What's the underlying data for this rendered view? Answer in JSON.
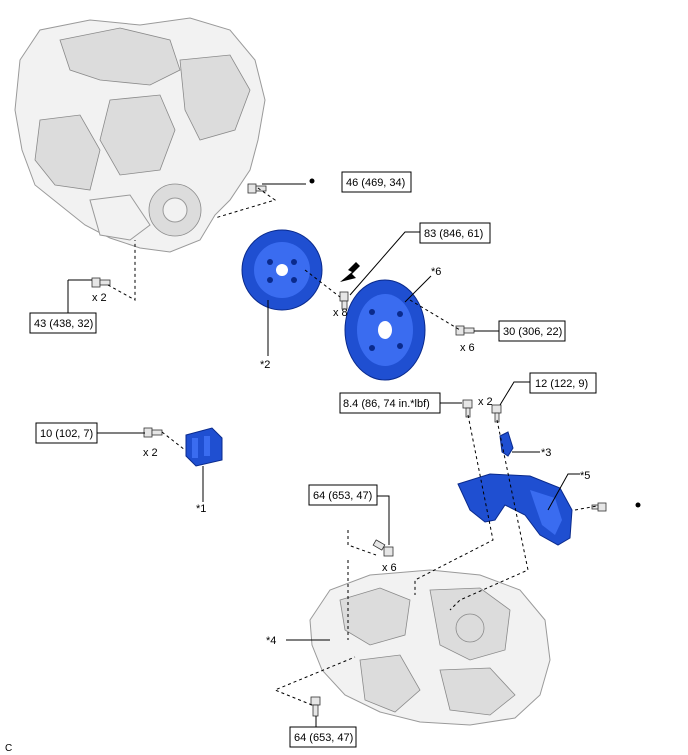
{
  "figure_code": "C",
  "torque_labels": {
    "t46": "46 (469, 34)",
    "t83": "83 (846, 61)",
    "t43": "43 (438, 32)",
    "t30": "30 (306, 22)",
    "t84": "8.4 (86, 74 in.*lbf)",
    "t12": "12 (122, 9)",
    "t10": "10 (102, 7)",
    "t64a": "64 (653, 47)",
    "t64b": "64 (653, 47)"
  },
  "quantities": {
    "q43": "x 2",
    "q83": "x 8",
    "q30": "x 6",
    "q84": "x 2",
    "q10": "x 2",
    "q64": "x 6"
  },
  "callouts": {
    "c1": "*1",
    "c2": "*2",
    "c3": "*3",
    "c4": "*4",
    "c5": "*5",
    "c6": "*6"
  },
  "colors": {
    "part": "#1f4fd1",
    "engine": "#f2f2f2"
  },
  "icons": {
    "marker": "filled-dot",
    "arrow": "black-arrow"
  }
}
